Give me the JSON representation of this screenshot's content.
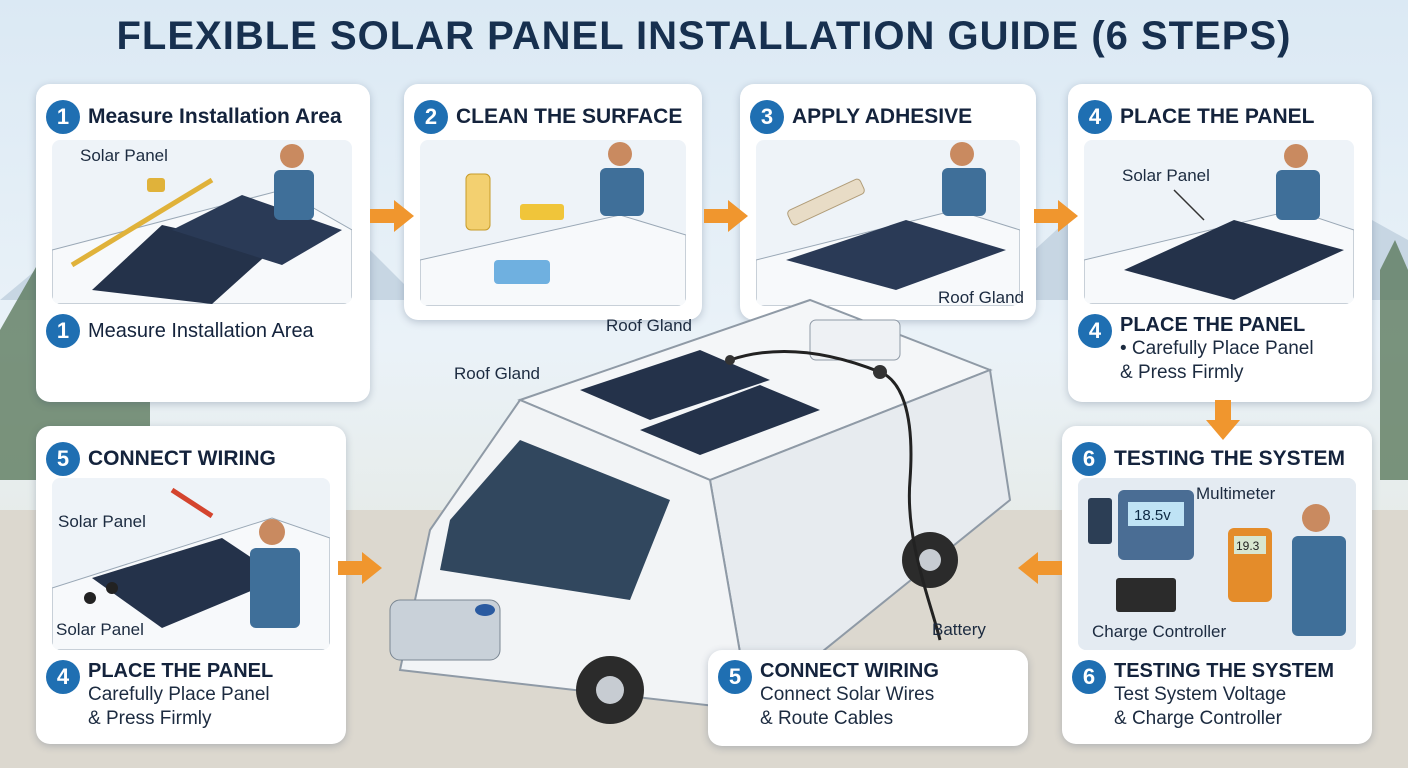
{
  "title": "FLEXIBLE SOLAR PANEL INSTALLATION GUIDE (6 STEPS)",
  "steps": [
    {
      "num": "1",
      "title": "Measure Installation Area",
      "label": "Solar Panel",
      "footer": {
        "num": "1",
        "title": "Measure Installation Area"
      }
    },
    {
      "num": "2",
      "title": "CLEAN THE SURFACE"
    },
    {
      "num": "3",
      "title": "APPLY ADHESIVE"
    },
    {
      "num": "4",
      "title": "PLACE THE PANEL",
      "label": "Solar Panel",
      "footer": {
        "num": "4",
        "title": "PLACE THE PANEL",
        "line1": "• Carefully Place Panel",
        "line2": "& Press Firmly"
      }
    },
    {
      "num": "5",
      "title": "CONNECT WIRING",
      "label_top": "Solar Panel",
      "label_bottom": "Solar Panel",
      "footer": {
        "num": "4",
        "title": "PLACE THE PANEL",
        "line1": "Carefully Place Panel",
        "line2": "& Press Firmly"
      }
    },
    {
      "num": "6",
      "title": "TESTING THE SYSTEM",
      "meter_label": "Multimeter",
      "controller_label": "Charge Controller",
      "display": "18.5v",
      "meter_display": "19.3",
      "footer": {
        "num": "6",
        "title": "TESTING THE SYSTEM",
        "line1": "Test System Voltage",
        "line2": "& Charge Controller"
      }
    }
  ],
  "center": {
    "gland_left": "Roof Gland",
    "gland_mid": "Roof Gland",
    "gland_right": "Roof Gland",
    "battery": "Battery",
    "footer": {
      "num": "5",
      "title": "CONNECT WIRING",
      "line1": "Connect Solar Wires",
      "line2": "& Route Cables"
    }
  },
  "colors": {
    "accent": "#1f6fb2",
    "arrow": "#f0962e",
    "title": "#17304f"
  }
}
